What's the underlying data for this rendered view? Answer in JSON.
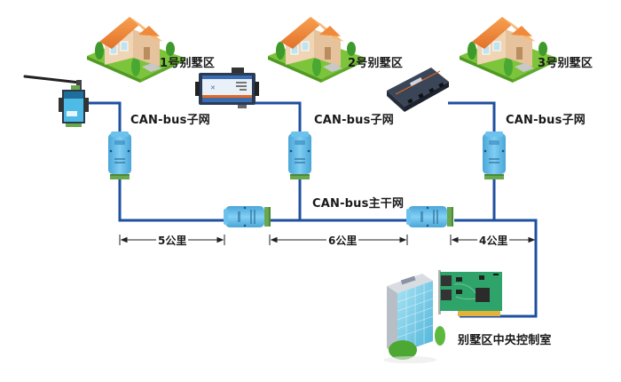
{
  "colors": {
    "bus_line": "#1f4f9f",
    "house_roof": "#f08a3a",
    "house_wall": "#f3dcc0",
    "lawn": "#7cc43a",
    "module_blue": "#5fb8e6",
    "terminal_green": "#5d9a4a",
    "pcb_green": "#2ea46b"
  },
  "villas": [
    {
      "label": "1号别墅区"
    },
    {
      "label": "2号别墅区"
    },
    {
      "label": "3号别墅区"
    }
  ],
  "subnets": [
    {
      "label": "CAN-bus子网"
    },
    {
      "label": "CAN-bus子网"
    },
    {
      "label": "CAN-bus子网"
    }
  ],
  "backbone": {
    "label": "CAN-bus主干网"
  },
  "distances": [
    {
      "label": "5公里",
      "value_km": 5
    },
    {
      "label": "6公里",
      "value_km": 6
    },
    {
      "label": "4公里",
      "value_km": 4
    }
  ],
  "control_room": {
    "label": "别墅区中央控制室"
  },
  "devices": {
    "gateway_1": "wireless-gateway",
    "gateway_2": "can-ethernet-gateway",
    "gateway_3": "multi-port-can-device",
    "repeater": "can-repeater",
    "bridge": "can-bridge",
    "card": "pci-can-card"
  }
}
